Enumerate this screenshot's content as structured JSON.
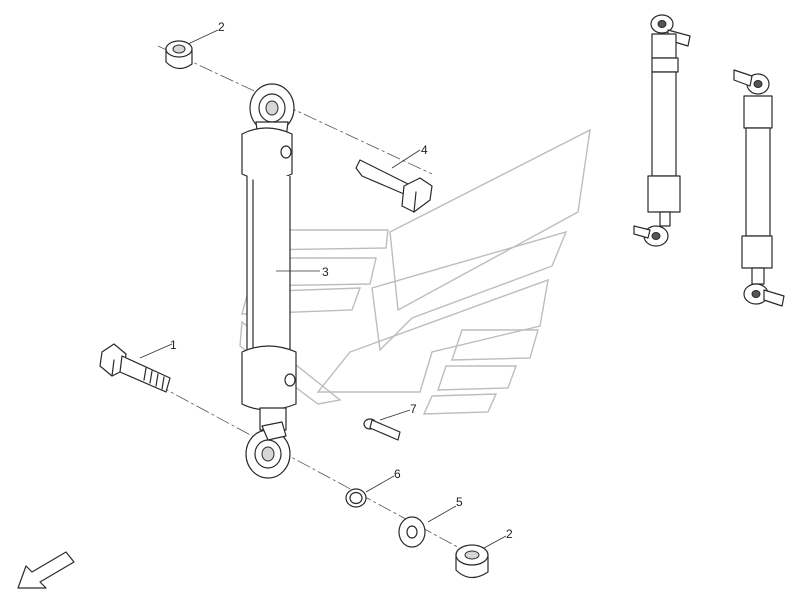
{
  "callouts": [
    {
      "id": "bolt-long",
      "label": "1"
    },
    {
      "id": "bushing-top",
      "label": "2"
    },
    {
      "id": "cylinder",
      "label": "3"
    },
    {
      "id": "bolt-short",
      "label": "4"
    },
    {
      "id": "washer",
      "label": "5"
    },
    {
      "id": "snap-ring",
      "label": "6"
    },
    {
      "id": "grease-nipple",
      "label": "7"
    },
    {
      "id": "bushing-bottom",
      "label": "2"
    }
  ],
  "icons": {
    "direction_arrow": "arrow-down-left-icon",
    "watermark": "brand-watermark-icon"
  },
  "colors": {
    "line": "#2a2a2a",
    "watermark": "#bdbdbd",
    "background": "#ffffff"
  }
}
